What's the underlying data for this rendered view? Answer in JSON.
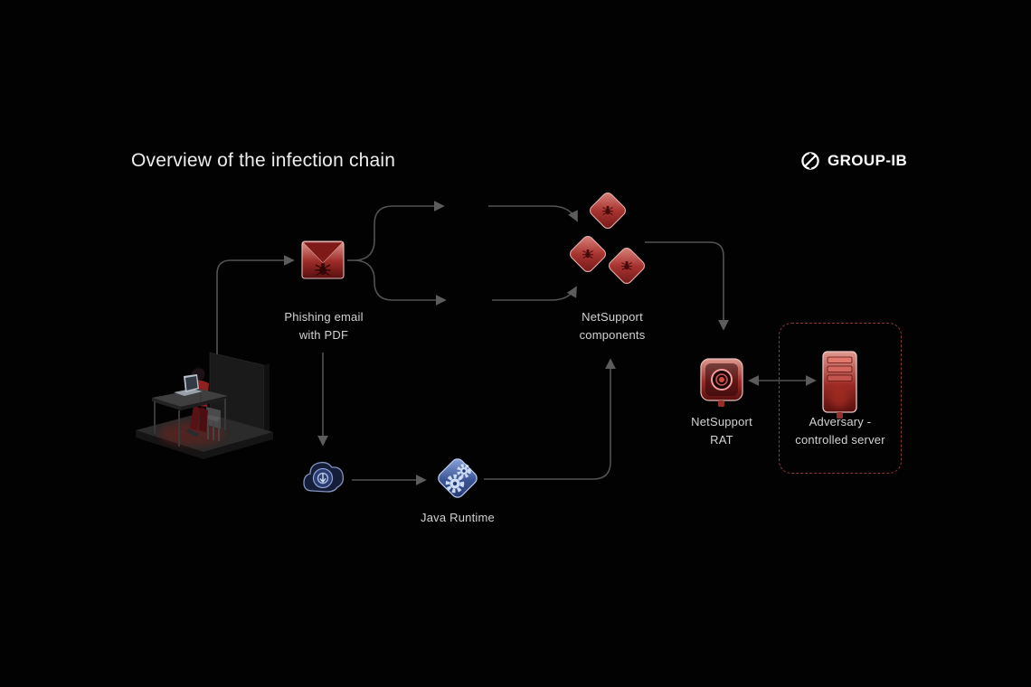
{
  "title": "Overview of the infection chain",
  "logo": {
    "text": "GROUP-IB",
    "icon": "group-ib-emblem-icon"
  },
  "colors": {
    "background": "#020202",
    "connector_gray": "#525252",
    "dashed_box_border": "#8a3838",
    "accent_red": "#b43a34",
    "accent_blue": "#5d7fc4",
    "label_text": "#d2d2d2",
    "title_text": "#ededed"
  },
  "diagram": {
    "nodes": {
      "victim": {
        "icon": "person-at-desk-illustration",
        "label": ""
      },
      "phishing": {
        "icon": "malicious-email-icon",
        "label": "Phishing email\nwith PDF"
      },
      "components": {
        "icon": "malware-diamonds-icon",
        "label": "NetSupport\ncomponents"
      },
      "cloud": {
        "icon": "cloud-download-icon",
        "label": ""
      },
      "java": {
        "icon": "java-gears-icon",
        "label": "Java Runtime"
      },
      "rat": {
        "icon": "rat-app-icon",
        "label": "NetSupport\nRAT"
      },
      "server": {
        "icon": "adversary-server-icon",
        "label": "Adversary -\ncontrolled server"
      }
    },
    "edges": [
      {
        "from": "victim",
        "to": "phishing",
        "bidirectional": false
      },
      {
        "from": "phishing",
        "to": "components",
        "bidirectional": false,
        "note": "upper branch"
      },
      {
        "from": "phishing",
        "to": "components",
        "bidirectional": false,
        "note": "lower branch"
      },
      {
        "from": "phishing",
        "to": "cloud",
        "bidirectional": false
      },
      {
        "from": "cloud",
        "to": "java",
        "bidirectional": false
      },
      {
        "from": "java",
        "to": "components",
        "bidirectional": false
      },
      {
        "from": "components",
        "to": "rat",
        "bidirectional": false
      },
      {
        "from": "rat",
        "to": "server",
        "bidirectional": true
      }
    ]
  }
}
